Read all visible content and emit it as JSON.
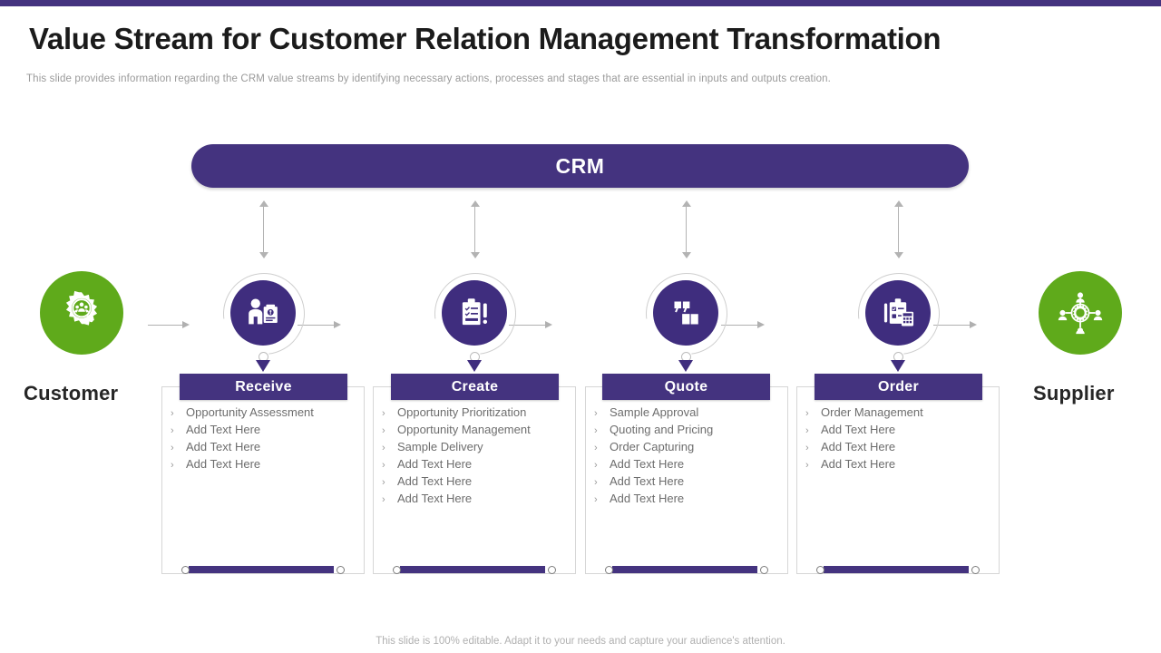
{
  "theme": {
    "purple": "#44337f",
    "purple_icon": "#3f2d7e",
    "green": "#5faa1b",
    "gray_line": "#b0b0b0",
    "text_gray": "#6d6d6d"
  },
  "header": {
    "title": "Value Stream for Customer Relation Management Transformation",
    "subtitle": "This slide provides  information  regarding  the CRM value  streams by identifying necessary actions, processes and stages that are essential in inputs and outputs creation."
  },
  "banner": {
    "label": "CRM"
  },
  "endpoints": {
    "left": {
      "label": "Customer",
      "icon": "gear-magnifier-people-icon"
    },
    "right": {
      "label": "Supplier",
      "icon": "people-network-gear-icon"
    }
  },
  "stages": [
    {
      "title": "Receive",
      "icon": "person-document-icon",
      "items": [
        "Opportunity Assessment",
        "Add Text Here",
        "Add Text Here",
        "Add Text Here"
      ]
    },
    {
      "title": "Create",
      "icon": "clipboard-checklist-icon",
      "items": [
        "Opportunity Prioritization",
        "Opportunity Management",
        "Sample Delivery",
        "Add Text Here",
        "Add Text Here",
        "Add Text Here"
      ]
    },
    {
      "title": "Quote",
      "icon": "quotation-marks-icon",
      "items": [
        "Sample Approval",
        "Quoting and Pricing",
        "Order Capturing",
        "Add Text Here",
        "Add Text Here",
        "Add Text Here"
      ]
    },
    {
      "title": "Order",
      "icon": "clipboard-calculator-icon",
      "items": [
        "Order Management",
        "Add Text Here",
        "Add Text Here",
        "Add Text Here"
      ]
    }
  ],
  "bullet_glyph": "›",
  "footer": {
    "note": "This slide is 100% editable. Adapt it to your needs and capture your audience's attention."
  }
}
